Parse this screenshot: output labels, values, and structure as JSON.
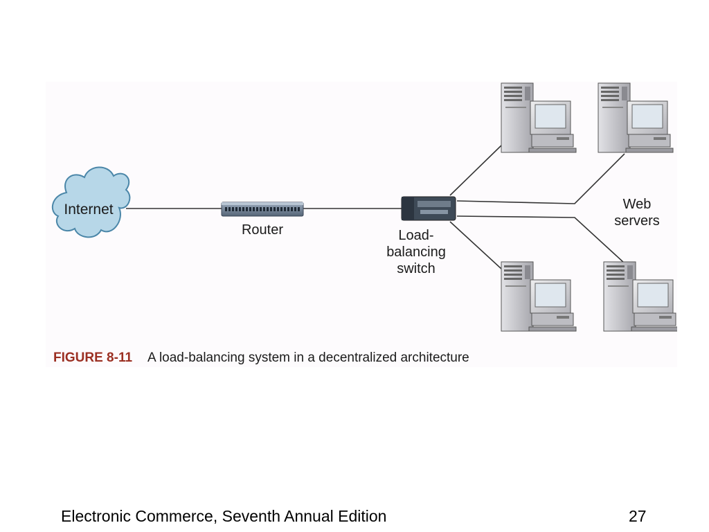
{
  "diagram": {
    "nodes": {
      "internet": "Internet",
      "router": "Router",
      "switch_lines": [
        "Load-",
        "balancing",
        "switch"
      ],
      "servers_lines": [
        "Web",
        "servers"
      ]
    },
    "colors": {
      "cloud_fill": "#b7d7e8",
      "cloud_stroke": "#4a86a8",
      "router_fill": "#6d7f92",
      "switch_fill": "#3e4a57",
      "server_fill": "#c4c4c8",
      "screen_fill": "#dfe7ee",
      "link": "#333333",
      "caption_accent": "#9b2f22"
    },
    "icons": [
      "cloud-icon",
      "router-icon",
      "switch-icon",
      "server-computer-icon"
    ]
  },
  "caption": {
    "figure_number": "FIGURE 8-11",
    "text": "A load-balancing system in a decentralized architecture"
  },
  "footer": {
    "title": "Electronic Commerce, Seventh Annual Edition",
    "page": "27"
  }
}
